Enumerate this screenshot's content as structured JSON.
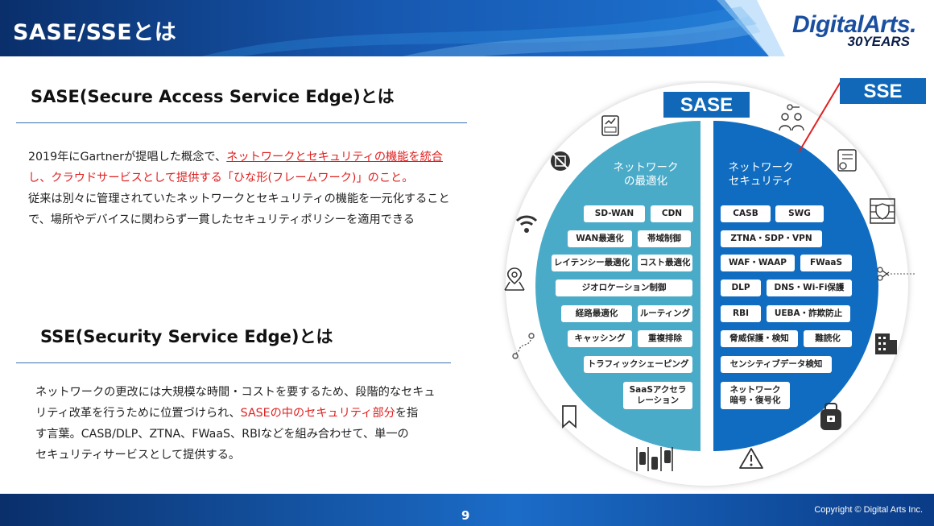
{
  "header": {
    "title": "SASE/SSEとは"
  },
  "logo": {
    "main": "DigitalArts.",
    "sub": "30YEARS"
  },
  "sase_section": {
    "title": "SASE(Secure Access Service Edge)とは",
    "line1_normal": "2019年にGartnerが提唱した概念で、",
    "line1_red": "ネットワークとセキュリティの機能を統合",
    "line2_red": "し、クラウドサービスとして提供する「ひな形(フレームワーク)」のこと。",
    "line3": "従来は別々に管理されていたネットワークとセキュリティの機能を一元化すること",
    "line4": "で、場所やデバイスに関わらず一貫したセキュリティポリシーを適用できる"
  },
  "sse_section": {
    "title": "SSE(Security Service Edge)とは",
    "line1": "ネットワークの更改には大規模な時間・コストを要するため、段階的なセキュ",
    "line2_a": "リティ改革を行うために位置づけられ、",
    "line2_red": "SASEの中のセキュリティ部分",
    "line2_b": "を指",
    "line3": "す言葉。CASB/DLP、ZTNA、FWaaS、RBIなどを組み合わせて、単一の",
    "line4": "セキュリティサービスとして提供する。"
  },
  "diagram": {
    "sase_label": "SASE",
    "sse_label": "SSE",
    "network_title": [
      "ネットワーク",
      "の最適化"
    ],
    "security_title": [
      "ネットワーク",
      "セキュリティ"
    ],
    "network_items": [
      "SD-WAN",
      "CDN",
      "WAN最適化",
      "帯域制御",
      "レイテンシー最適化",
      "コスト最適化",
      "ジオロケーション制御",
      "経路最適化",
      "ルーティング",
      "キャッシング",
      "重複排除",
      "トラフィックシェーピング",
      "SaaSアクセラ",
      "レーション"
    ],
    "security_items": [
      "CASB",
      "SWG",
      "ZTNA・SDP・VPN",
      "WAF・WAAP",
      "FWaaS",
      "DLP",
      "DNS・Wi-Fi保護",
      "RBI",
      "UEBA・詐欺防止",
      "脅威保護・検知",
      "難読化",
      "センシティブデータ検知",
      "ネットワーク",
      "暗号・復号化"
    ],
    "icons": [
      "cost-icon",
      "no-device-icon",
      "wifi-icon",
      "map-pin-icon",
      "route-icon",
      "bookmark-icon",
      "parking-icon",
      "users-key-icon",
      "certificate-icon",
      "firewall-icon",
      "scissors-icon",
      "building-icon",
      "robot-lock-icon",
      "warning-icon"
    ]
  },
  "footer": {
    "page": "9",
    "copyright": "Copyright © Digital Arts Inc."
  },
  "colors": {
    "brand_blue": "#1168b8",
    "network_teal": "#4aabc9",
    "security_blue": "#0f6cc0",
    "red": "#e02020"
  }
}
